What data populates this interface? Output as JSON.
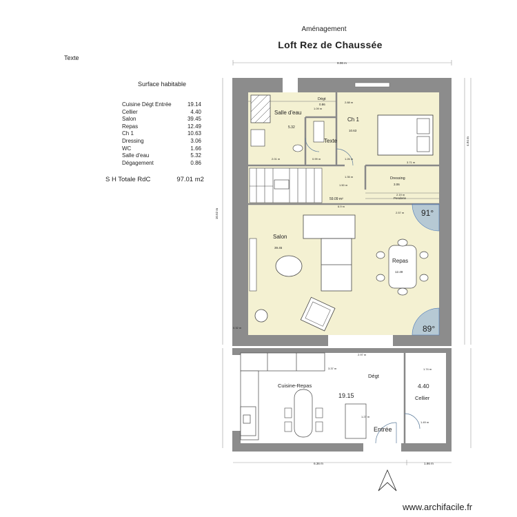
{
  "header": {
    "subtitle": "Aménagement",
    "title": "Loft    Rez de Chaussée",
    "texte": "Texte"
  },
  "surface": {
    "title": "Surface habitable",
    "rows": [
      {
        "name": "Cuisine Dégt Entrée",
        "value": "19.14"
      },
      {
        "name": "Cellier",
        "value": "4.40"
      },
      {
        "name": "Salon",
        "value": "39.45"
      },
      {
        "name": "Repas",
        "value": "12.49"
      },
      {
        "name": "Ch 1",
        "value": "10.63"
      },
      {
        "name": "Dressing",
        "value": "3.06"
      },
      {
        "name": "WC",
        "value": "1.66"
      },
      {
        "name": "Salle d'eau",
        "value": "5.32"
      },
      {
        "name": "Dégagement",
        "value": "0.86"
      }
    ],
    "total_label": "S H Totale  RdC",
    "total_value": "97.01  m2"
  },
  "plan": {
    "rooms": {
      "degt_top": "Dégt",
      "degt_top_area": "0.86",
      "salle_eau": "Salle d'eau",
      "salle_eau_area": "5.32",
      "ch1": "Ch 1",
      "ch1_area": "10.63",
      "texte": "Texte",
      "dressing": "Dressing",
      "dressing_area": "3.06",
      "penderie": "Penderie",
      "main_area": "59.09 m²",
      "salon": "Salon",
      "salon_area": "39.45",
      "repas": "Repas",
      "repas_area": "12.49",
      "angle1": "91°",
      "angle2": "89°",
      "cuisine": "Cuisine-Repas",
      "cuisine_area": "19.15",
      "degt": "Dégt",
      "cellier_area": "4.40",
      "cellier": "Cellier",
      "entree": "Entrée"
    },
    "dims": {
      "top_overall": "8.06 m",
      "bottom_left": "6.36 m",
      "bottom_right": "1.86 m",
      "left_overall": "10.52 m",
      "right_overall": "4.94 m",
      "d_109": "1.09 m",
      "d_288": "2.88 m",
      "d_226": "1.26 m",
      "d_201": "2.01 m",
      "d_099": "0.99 m",
      "d_371": "3.71 m",
      "d_150": "1.50 m",
      "d_135": "1.35 m",
      "d_69": "6.9 m",
      "d_257": "2.57 m",
      "d_219": "2.19 m",
      "d_297": "2.97 m",
      "d_337": "3.37 m",
      "d_127": "1.27 m",
      "d_149": "1.49 m",
      "d_174": "1.74 m",
      "d_032": "0.32 m"
    },
    "colors": {
      "wall": "#8c8c8c",
      "floor_top": "#f4f1d2",
      "floor_bottom": "#ffffff",
      "door_arc": "#5a7a9a",
      "angle_fill": "#6a9ad8"
    }
  },
  "watermark": "www.archifacile.fr"
}
